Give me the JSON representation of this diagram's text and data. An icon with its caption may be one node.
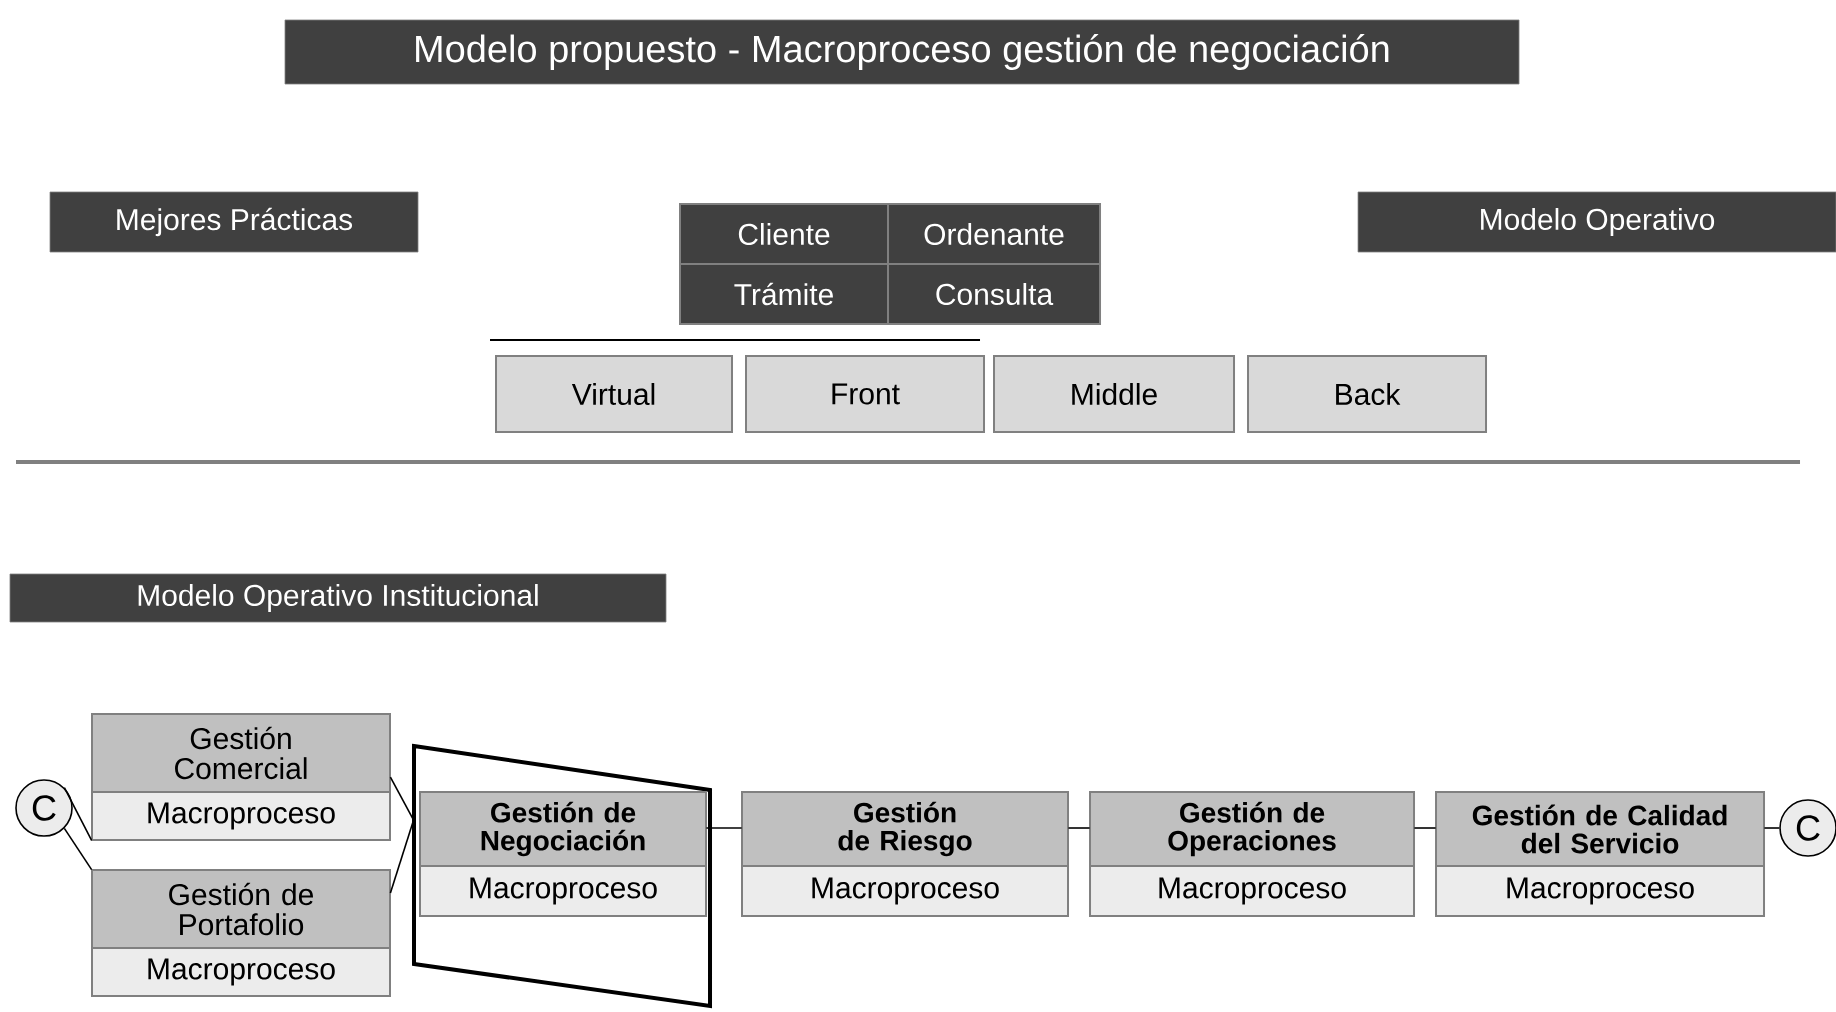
{
  "diagram": {
    "title": "Modelo propuesto - Macroproceso gestión de negociación",
    "nodes": [
      {
        "text": [
          "Mejores Prácticas"
        ]
      },
      {
        "text": [
          "Modelo Operativo"
        ]
      },
      {
        "text": [
          "Cliente"
        ]
      },
      {
        "text": [
          "Ordenante"
        ]
      },
      {
        "text": [
          "Trámite"
        ]
      },
      {
        "text": [
          "Consulta"
        ]
      },
      {
        "text": [
          "Virtual"
        ]
      },
      {
        "text": [
          "Front"
        ]
      },
      {
        "text": [
          "Middle"
        ]
      },
      {
        "text": [
          "Back"
        ]
      },
      {
        "text": [
          "Modelo Operativo Institucional"
        ]
      },
      {
        "text": [
          "C"
        ]
      },
      {
        "text": [
          "Gestión Comercial",
          "Macroproceso"
        ]
      },
      {
        "text": [
          "Gestión de Portafolio",
          "Macroproceso"
        ]
      },
      {
        "text": [],
        "shape": "trapezoid"
      },
      {
        "text": [
          "Gestión de Negociación",
          "Macroproceso"
        ],
        "in": 14
      },
      {
        "text": [
          "Gestión de Riesgo",
          "Macroproceso"
        ]
      },
      {
        "text": [
          "Gestión de Operaciones",
          "Macroproceso"
        ]
      },
      {
        "text": [
          "Gestión de Calidad del Servicio",
          "Macroproceso"
        ]
      },
      {
        "text": [
          "C"
        ]
      }
    ],
    "edges": [
      {
        "from": 11,
        "to": 12,
        "arrow": "none"
      },
      {
        "from": 11,
        "to": 13,
        "arrow": "none"
      },
      {
        "from": 12,
        "to": 14,
        "arrow": "none"
      },
      {
        "from": 13,
        "to": 14,
        "arrow": "none"
      },
      {
        "from": 15,
        "to": 16,
        "arrow": "none"
      },
      {
        "from": 16,
        "to": 17,
        "arrow": "none"
      },
      {
        "from": 17,
        "to": 18,
        "arrow": "none"
      },
      {
        "from": 18,
        "to": 19,
        "arrow": "none"
      }
    ]
  }
}
